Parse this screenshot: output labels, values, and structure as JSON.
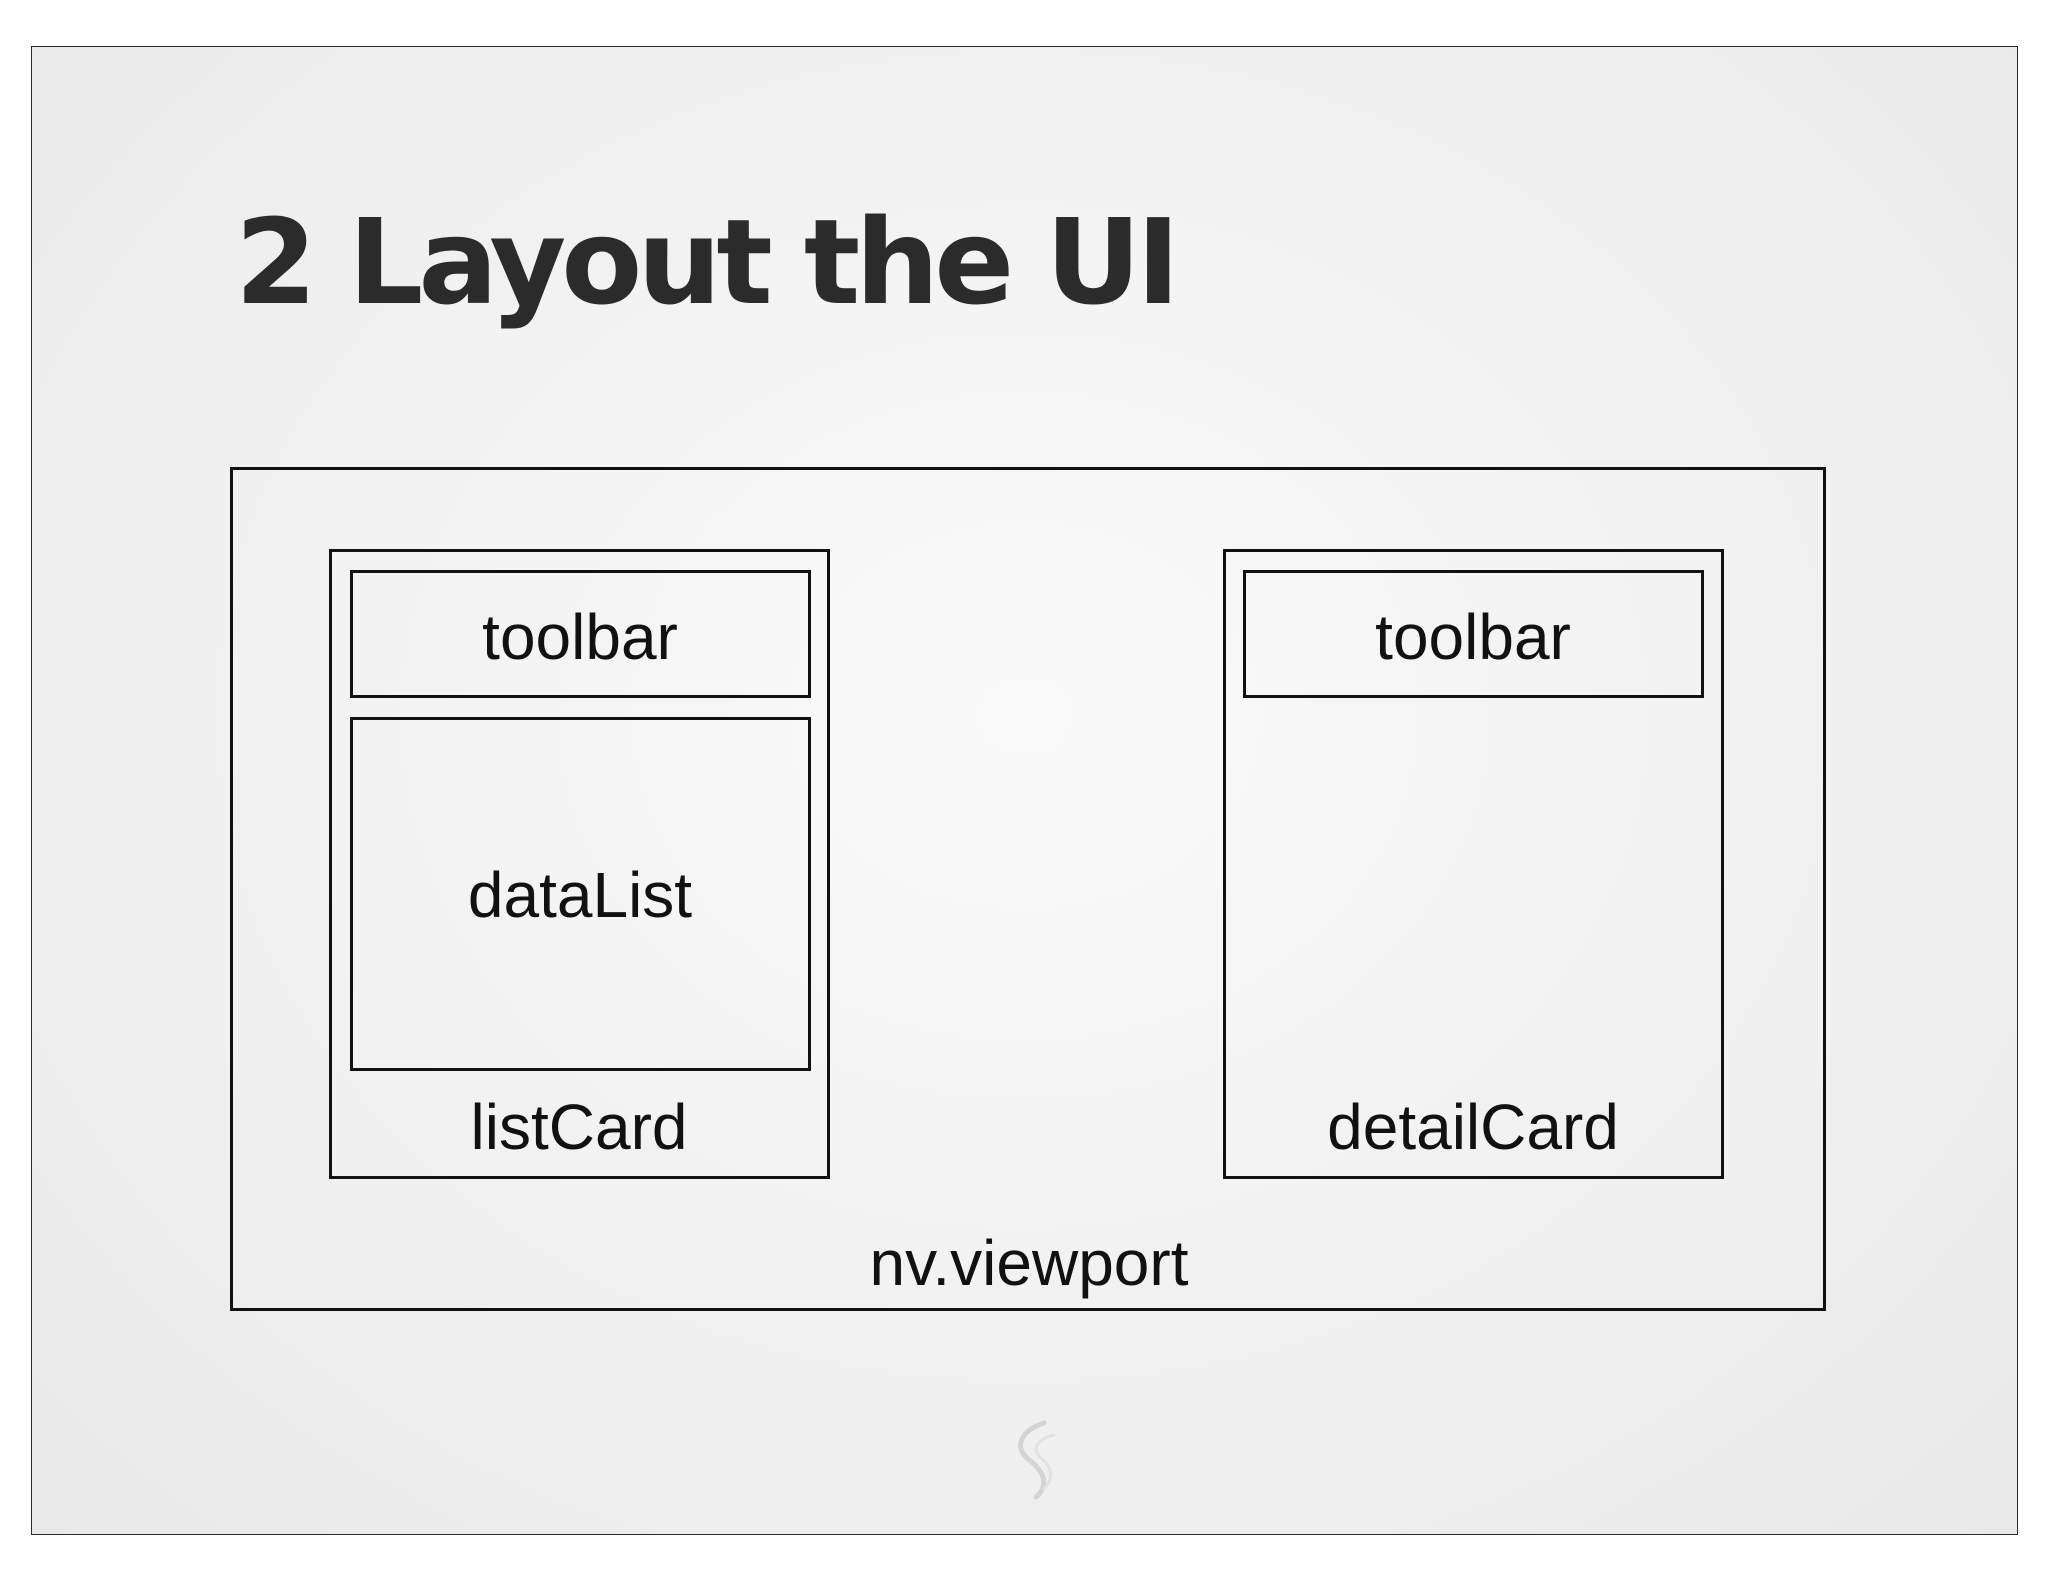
{
  "slide": {
    "title": "2 Layout the UI"
  },
  "diagram": {
    "viewport_label": "nv.viewport",
    "list_card": {
      "label": "listCard",
      "toolbar_label": "toolbar",
      "datalist_label": "dataList"
    },
    "detail_card": {
      "label": "detailCard",
      "toolbar_label": "toolbar"
    }
  },
  "colors": {
    "line": "#111111",
    "title": "#2b2b2b",
    "background": "#f1f1f1"
  },
  "icons": [
    "sencha-logo-watermark"
  ]
}
